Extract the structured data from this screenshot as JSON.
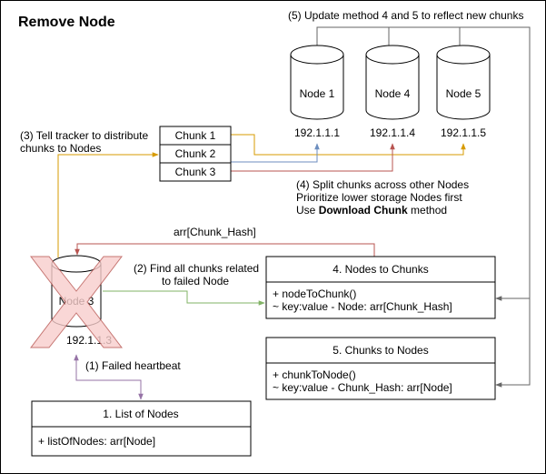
{
  "title": "Remove Node",
  "nodes": [
    {
      "label": "Node 1",
      "ip": "192.1.1.1"
    },
    {
      "label": "Node 4",
      "ip": "192.1.1.4"
    },
    {
      "label": "Node 5",
      "ip": "192.1.1.5"
    }
  ],
  "failed_node": {
    "label": "Node 3",
    "ip": "192.1.1.3"
  },
  "chunks": [
    "Chunk 1",
    "Chunk 2",
    "Chunk 3"
  ],
  "annotations": {
    "step1": "(1) Failed heartbeat",
    "step2_line1": "(2) Find all chunks related",
    "step2_line2": "to failed Node",
    "step3_line1": "(3) Tell tracker to distribute",
    "step3_line2": "chunks to Nodes",
    "step4_line1": "(4) Split chunks across other Nodes",
    "step4_line2": "Prioritize lower storage Nodes first",
    "step4_line3_prefix": "Use ",
    "step4_line3_bold": "Download Chunk",
    "step4_line3_suffix": " method",
    "step5": "(5) Update method 4 and 5 to reflect new chunks",
    "arr_label": "arr[Chunk_Hash]"
  },
  "classes": {
    "nodes_to_chunks": {
      "title": "4. Nodes to Chunks",
      "line1": "+ nodeToChunk()",
      "line2": "~ key:value - Node: arr[Chunk_Hash]"
    },
    "chunks_to_nodes": {
      "title": "5. Chunks to Nodes",
      "line1": "+ chunkToNode()",
      "line2": "~ key:value - Chunk_Hash: arr[Node]"
    },
    "list_of_nodes": {
      "title": "1. List of Nodes",
      "line1": "+ listOfNodes: arr[Node]"
    }
  },
  "colors": {
    "orange": "#d79b00",
    "blue": "#6c8ebf",
    "red": "#b85450",
    "green": "#82b366",
    "purple": "#9673a6",
    "gray": "#666666",
    "failed_x": "#f8cecc"
  }
}
